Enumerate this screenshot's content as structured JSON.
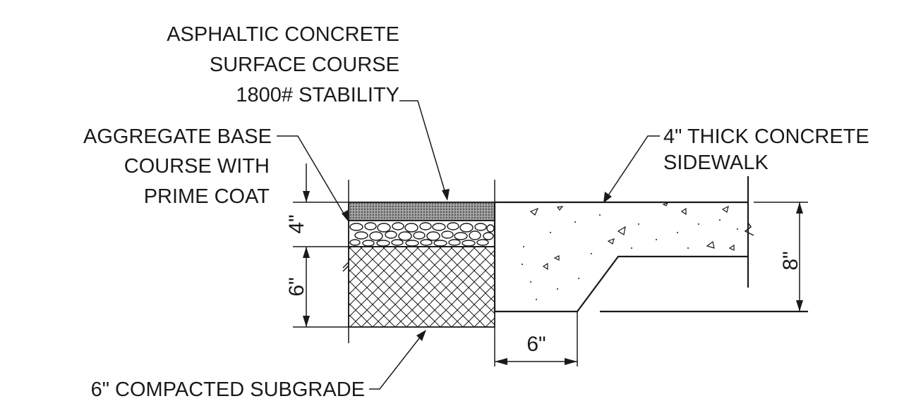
{
  "labels": {
    "asphalt_line1": "ASPHALTIC CONCRETE",
    "asphalt_line2": "SURFACE COURSE",
    "asphalt_line3": "1800# STABILITY",
    "aggregate_line1": "AGGREGATE BASE",
    "aggregate_line2": "COURSE WITH",
    "aggregate_line3": "PRIME COAT",
    "sidewalk_line1": "4\" THICK CONCRETE",
    "sidewalk_line2": "SIDEWALK",
    "subgrade": "6\" COMPACTED SUBGRADE"
  },
  "dimensions": {
    "base_thickness": "4\"",
    "subgrade_thickness": "6\"",
    "curb_depth": "8\"",
    "curb_width": "6\""
  }
}
